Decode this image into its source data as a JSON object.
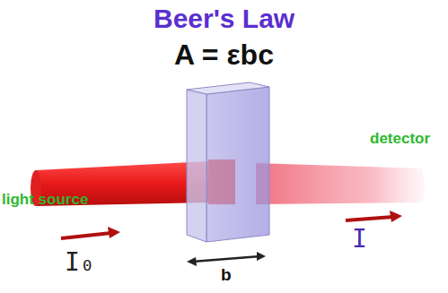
{
  "diagram": {
    "title": "Beer's Law",
    "labels": [
      "A = εbc",
      "light source",
      "detector",
      "I₀",
      "I",
      "b"
    ]
  }
}
